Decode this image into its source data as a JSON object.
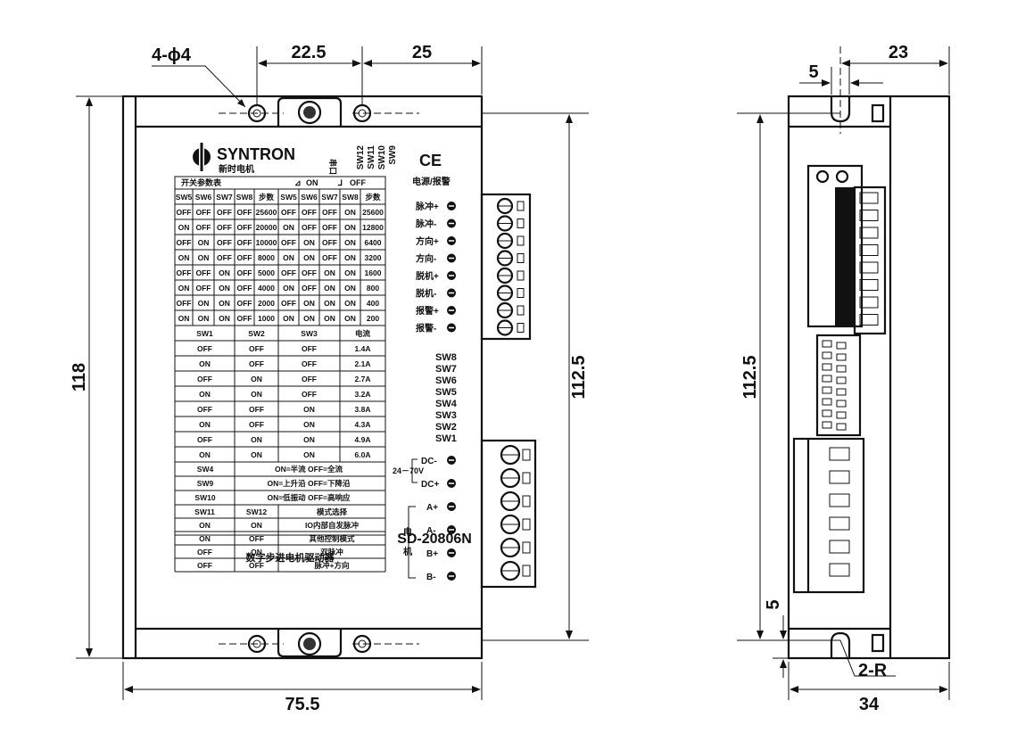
{
  "dimensions": {
    "holes": "4-ϕ4",
    "hole_spacing": "22.5",
    "hole_edge": "25",
    "total_height": "118",
    "mount_height": "112.5",
    "width": "75.5",
    "side_mount_height": "112.5",
    "side_slot": "5",
    "side_offset": "23",
    "side_bottom": "5",
    "side_radius": "2-R",
    "side_width": "34"
  },
  "panel": {
    "brand": "SYNTRON",
    "brand_cn": "新时电机",
    "port_label": "串口",
    "ce_mark": "CE",
    "top_switches": [
      "SW12",
      "SW11",
      "SW10",
      "SW9"
    ],
    "table_title": "开关参数表",
    "on_legend": "ON",
    "off_legend": "OFF",
    "power_alarm": "电源/报警",
    "model": "SD-20806N",
    "model_desc": "数字步进电机驱动器"
  },
  "step_table": {
    "headers": [
      "SW5",
      "SW6",
      "SW7",
      "SW8",
      "步数",
      "SW5",
      "SW6",
      "SW7",
      "SW8",
      "步数"
    ],
    "rows": [
      [
        "OFF",
        "OFF",
        "OFF",
        "OFF",
        "25600",
        "OFF",
        "OFF",
        "OFF",
        "ON",
        "25600"
      ],
      [
        "ON",
        "OFF",
        "OFF",
        "OFF",
        "20000",
        "ON",
        "OFF",
        "OFF",
        "ON",
        "12800"
      ],
      [
        "OFF",
        "ON",
        "OFF",
        "OFF",
        "10000",
        "OFF",
        "ON",
        "OFF",
        "ON",
        "6400"
      ],
      [
        "ON",
        "ON",
        "OFF",
        "OFF",
        "8000",
        "ON",
        "ON",
        "OFF",
        "ON",
        "3200"
      ],
      [
        "OFF",
        "OFF",
        "ON",
        "OFF",
        "5000",
        "OFF",
        "OFF",
        "ON",
        "ON",
        "1600"
      ],
      [
        "ON",
        "OFF",
        "ON",
        "OFF",
        "4000",
        "ON",
        "OFF",
        "ON",
        "ON",
        "800"
      ],
      [
        "OFF",
        "ON",
        "ON",
        "OFF",
        "2000",
        "OFF",
        "ON",
        "ON",
        "ON",
        "400"
      ],
      [
        "ON",
        "ON",
        "ON",
        "OFF",
        "1000",
        "ON",
        "ON",
        "ON",
        "ON",
        "200"
      ]
    ]
  },
  "current_table": {
    "headers": [
      "SW1",
      "SW2",
      "SW3",
      "电流"
    ],
    "rows": [
      [
        "OFF",
        "OFF",
        "OFF",
        "1.4A"
      ],
      [
        "ON",
        "OFF",
        "OFF",
        "2.1A"
      ],
      [
        "OFF",
        "ON",
        "OFF",
        "2.7A"
      ],
      [
        "ON",
        "ON",
        "OFF",
        "3.2A"
      ],
      [
        "OFF",
        "OFF",
        "ON",
        "3.8A"
      ],
      [
        "ON",
        "OFF",
        "ON",
        "4.3A"
      ],
      [
        "OFF",
        "ON",
        "ON",
        "4.9A"
      ],
      [
        "ON",
        "ON",
        "ON",
        "6.0A"
      ]
    ]
  },
  "misc_table": [
    {
      "sw": "SW4",
      "desc": "ON=半流    OFF=全流"
    },
    {
      "sw": "SW9",
      "desc": "ON=上升沿  OFF=下降沿"
    },
    {
      "sw": "SW10",
      "desc": "ON=低振动  OFF=高响应"
    }
  ],
  "mode_table": {
    "headers": [
      "SW11",
      "SW12",
      "模式选择"
    ],
    "rows": [
      [
        "ON",
        "ON",
        "IO内部自发脉冲"
      ],
      [
        "ON",
        "OFF",
        "其他控制模式"
      ],
      [
        "OFF",
        "ON",
        "双脉冲"
      ],
      [
        "OFF",
        "OFF",
        "脉冲+方向"
      ]
    ]
  },
  "signal_terminals": [
    "脉冲+",
    "脉冲-",
    "方向+",
    "方向-",
    "脱机+",
    "脱机-",
    "报警+",
    "报警-"
  ],
  "dip_labels": [
    "SW8",
    "SW7",
    "SW6",
    "SW5",
    "SW4",
    "SW3",
    "SW2",
    "SW1"
  ],
  "power_terminals": {
    "dc_minus": "DC-",
    "voltage": "24－70V",
    "dc_plus": "DC+",
    "motor_label_1": "电",
    "motor_label_2": "机",
    "motor": [
      "A+",
      "A-",
      "B+",
      "B-"
    ]
  }
}
